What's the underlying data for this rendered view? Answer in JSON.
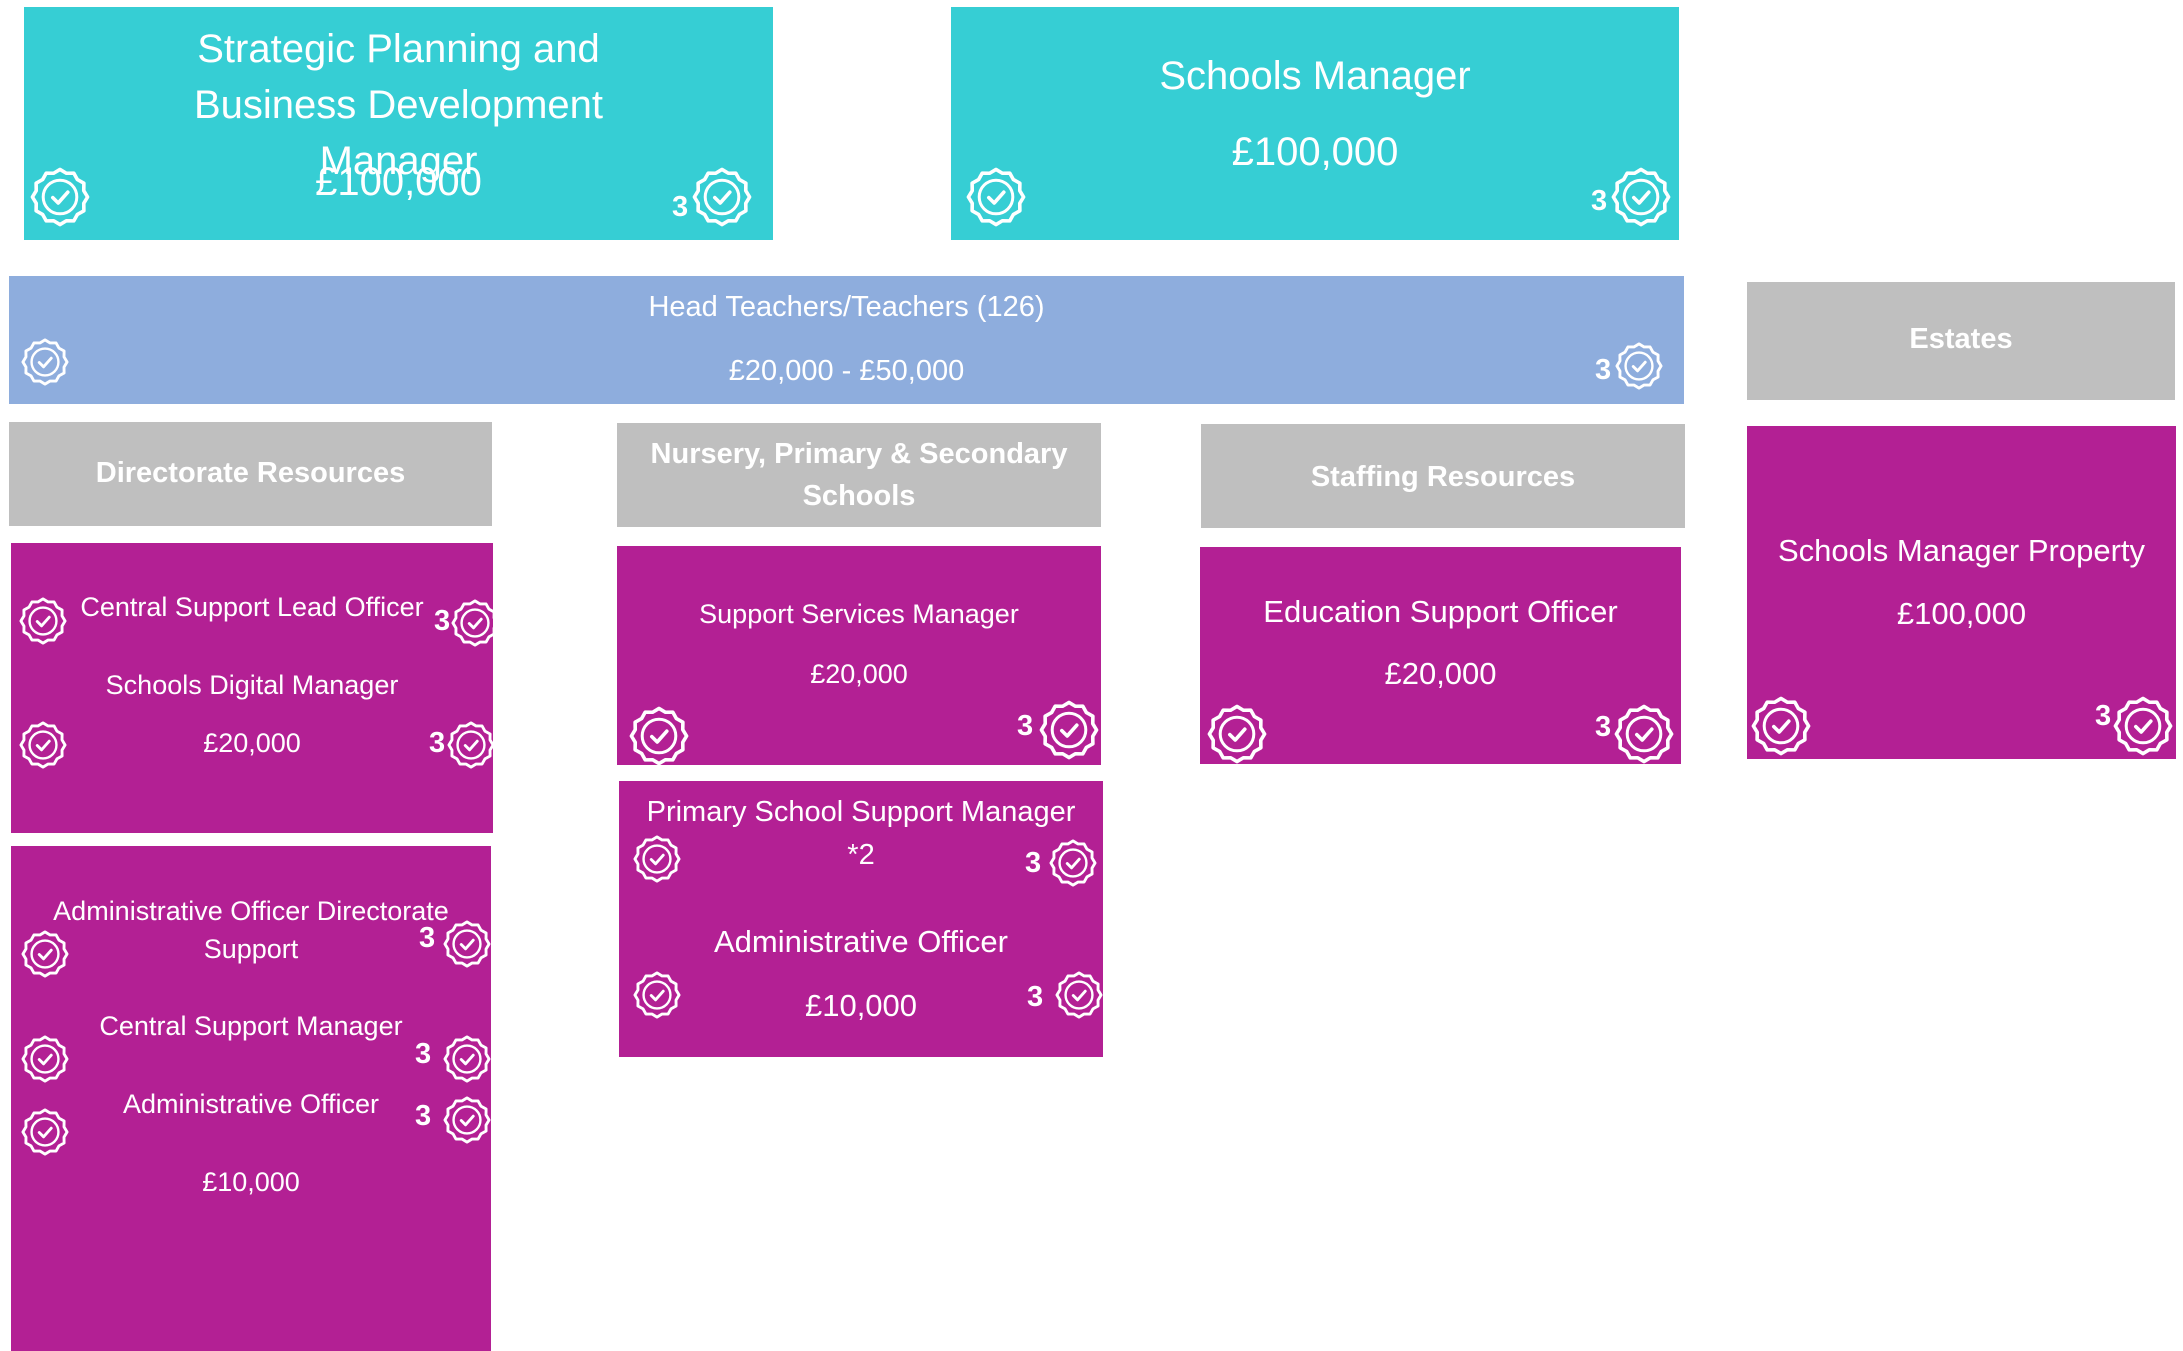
{
  "roles": {
    "strategic_planning": {
      "title": "Strategic Planning and Business Development Manager",
      "salary": "£100,000",
      "count": "3"
    },
    "schools_manager": {
      "title": "Schools Manager",
      "salary": "£100,000",
      "count": "3"
    },
    "head_teachers": {
      "title": "Head Teachers/Teachers (126)",
      "salary": "£20,000 - £50,000",
      "count": "3"
    },
    "estates": {
      "title": "Estates"
    }
  },
  "groups": {
    "directorate": {
      "header": "Directorate Resources",
      "box1": {
        "central_support_lead_officer": "Central Support Lead Officer",
        "central_support_lead_count": "3",
        "schools_digital_manager": "Schools Digital Manager",
        "schools_digital_salary": "£20,000",
        "schools_digital_count": "3"
      },
      "box2": {
        "admin_officer_directorate_support": "Administrative Officer Directorate Support",
        "admin_officer_directorate_count": "3",
        "central_support_manager": "Central Support Manager",
        "central_support_manager_count": "3",
        "administrative_officer": "Administrative Officer",
        "administrative_officer_count": "3",
        "salary": "£10,000"
      }
    },
    "schools": {
      "header": "Nursery, Primary & Secondary Schools",
      "box1": {
        "title": "Support Services Manager",
        "salary": "£20,000",
        "count": "3"
      },
      "box2": {
        "primary_school_support_manager": "Primary School Support Manager",
        "primary_school_support_note": "*2",
        "primary_school_support_count": "3",
        "administrative_officer": "Administrative Officer",
        "salary": "£10,000",
        "administrative_officer_count": "3"
      }
    },
    "staffing": {
      "header": "Staffing Resources",
      "box1": {
        "title": "Education Support Officer",
        "salary": "£20,000",
        "count": "3"
      }
    },
    "estates": {
      "box1": {
        "title": "Schools Manager Property",
        "salary": "£100,000",
        "count": "3"
      }
    }
  },
  "colors": {
    "teal": "#36ced4",
    "blue": "#8eaddd",
    "grey": "#bfbfbf",
    "magenta": "#b32094",
    "text": "#ffffff"
  },
  "icons": {
    "badge": "verified-badge-icon"
  }
}
